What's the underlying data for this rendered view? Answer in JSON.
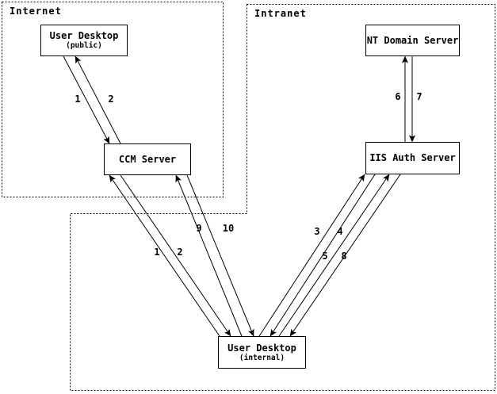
{
  "diagram": {
    "zones": {
      "internet": {
        "label": "Internet"
      },
      "intranet": {
        "label": "Intranet"
      }
    },
    "nodes": {
      "user_desktop_public": {
        "title": "User Desktop",
        "subtitle": "(public)"
      },
      "ccm_server": {
        "title": "CCM Server"
      },
      "nt_domain_server": {
        "title": "NT Domain Server"
      },
      "iis_auth_server": {
        "title": "IIS Auth Server"
      },
      "user_desktop_internal": {
        "title": "User Desktop",
        "subtitle": "(internal)"
      }
    },
    "edge_labels": {
      "public_to_ccm": "1",
      "ccm_to_public": "2",
      "internal_to_ccm_1": "1",
      "ccm_to_internal_2": "2",
      "internal_to_iis_3": "3",
      "iis_to_internal_4": "4",
      "internal_to_iis_5": "5",
      "iis_to_nt_6": "6",
      "nt_to_iis_7": "7",
      "iis_to_internal_8": "8",
      "internal_to_ccm_9": "9",
      "ccm_to_internal_10": "10"
    },
    "colors": {
      "line": "#000000",
      "background": "#ffffff"
    }
  }
}
